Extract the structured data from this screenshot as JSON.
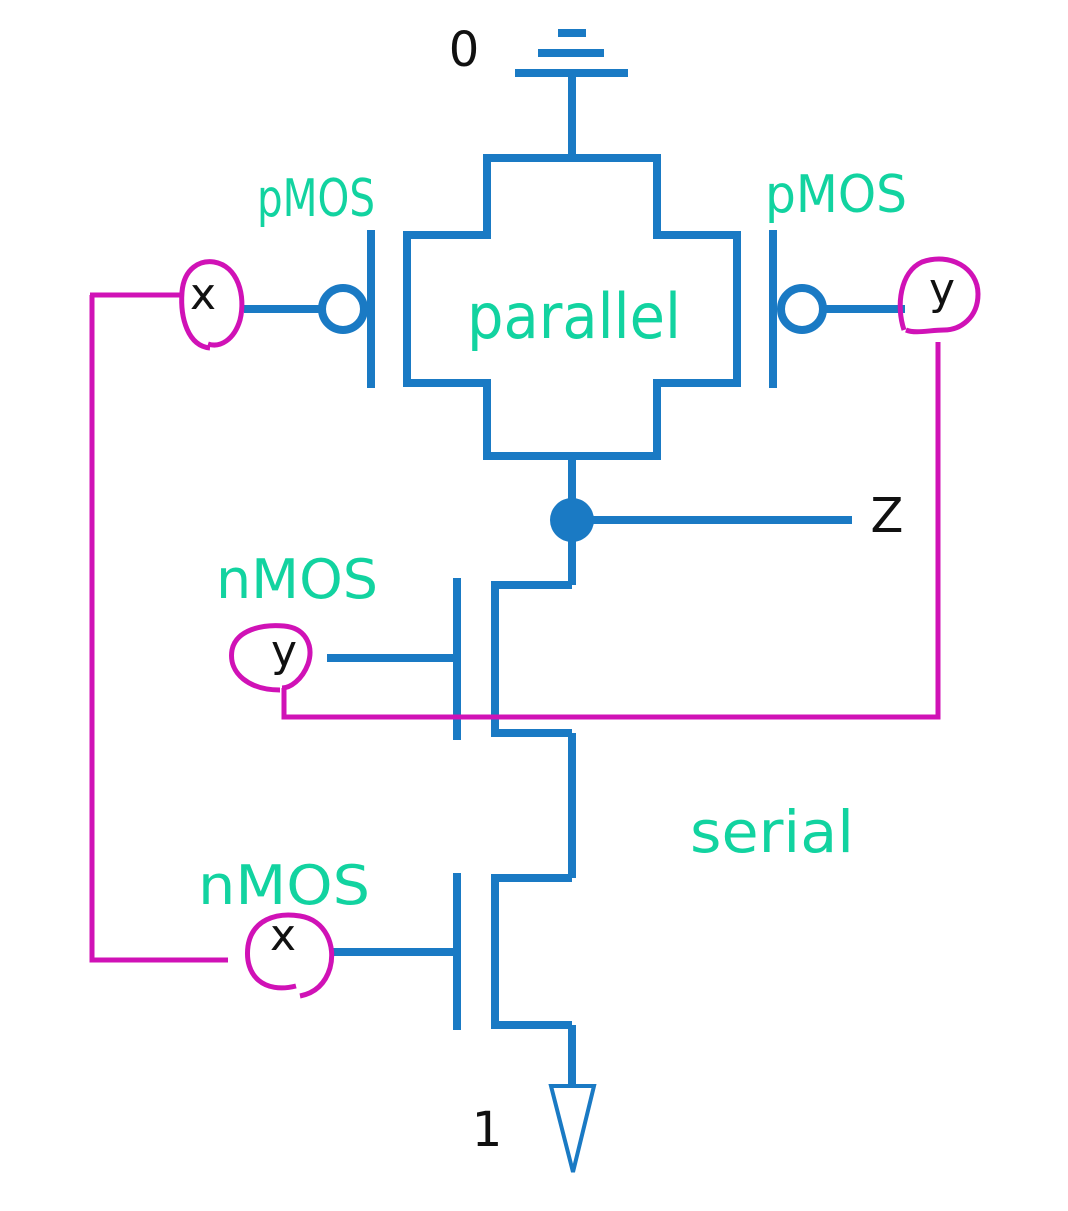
{
  "colors": {
    "circuit": "#1a7ac4",
    "annotation": "#12d3a0",
    "input_wire": "#d012b6",
    "text": "#111111"
  },
  "nodes": {
    "top_rail": "0",
    "bottom_rail": "1",
    "output": "Z"
  },
  "transistors": {
    "pmos_left": {
      "type": "pMOS",
      "input": "x"
    },
    "pmos_right": {
      "type": "pMOS",
      "input": "y"
    },
    "nmos_upper": {
      "type": "nMOS",
      "input": "y"
    },
    "nmos_lower": {
      "type": "nMOS",
      "input": "x"
    }
  },
  "annotations": {
    "pull_up": "parallel",
    "pull_down": "serial"
  },
  "icons": {
    "top_symbol": "ground-icon",
    "bottom_symbol": "down-triangle-icon",
    "output_node": "junction-dot-icon"
  }
}
